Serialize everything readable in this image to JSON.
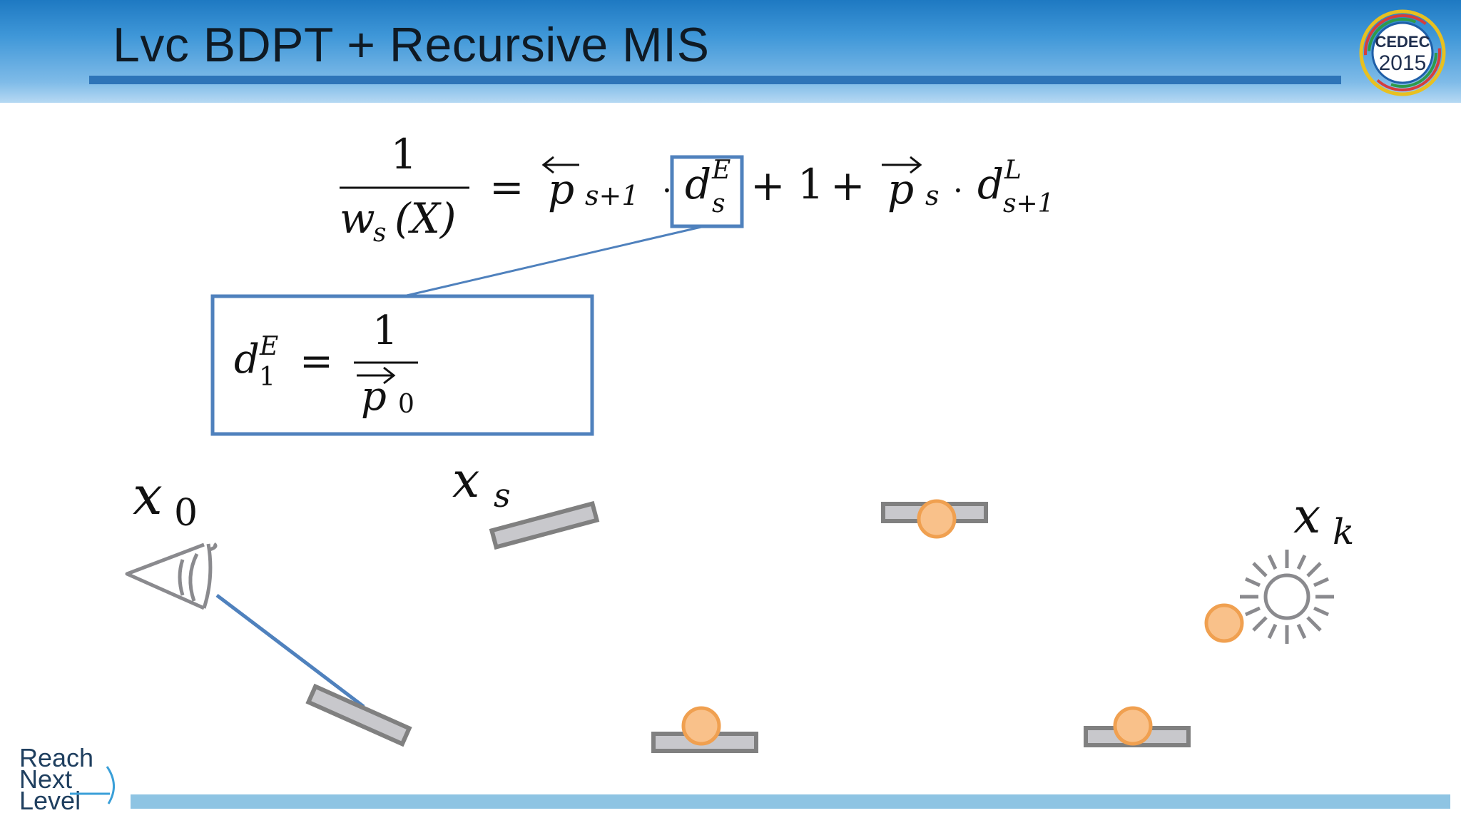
{
  "slide": {
    "title": "Lvc BDPT + Recursive MIS"
  },
  "logo": {
    "line1": "CEDEC",
    "line2": "2015"
  },
  "footer_logo": {
    "line1": "Reach",
    "line2": "Next",
    "line3": "Level"
  },
  "equation_main": {
    "numerator": "1",
    "den_w": "w",
    "den_sub": "s",
    "den_arg": "(X)",
    "equals": "=",
    "p_back": "p",
    "p_back_sub": "s+1",
    "dot1": "·",
    "dE": "d",
    "dE_sup": "E",
    "dE_sub": "s",
    "plus1": "+",
    "one": "1",
    "plus2": "+",
    "p_fwd": "p",
    "p_fwd_sub": "s",
    "dot2": "·",
    "dL": "d",
    "dL_sup": "L",
    "dL_sub": "s+1"
  },
  "equation_box": {
    "d": "d",
    "sup": "E",
    "sub": "1",
    "equals": "=",
    "numerator": "1",
    "p": "p",
    "p_sub": "0"
  },
  "labels": {
    "x0": "x",
    "x0_sub": "0",
    "xs": "x",
    "xs_sub": "s",
    "xk": "x",
    "xk_sub": "k"
  },
  "colors": {
    "header": "#3f97d8",
    "accent_line": "#2e74b8",
    "highlight_box": "#4f81bd",
    "surface_fill": "#c8c8cc",
    "surface_stroke": "#808080",
    "vertex_fill": "#f9c18a",
    "vertex_stroke": "#f0a050",
    "footer_bar": "#8ec4e3"
  }
}
